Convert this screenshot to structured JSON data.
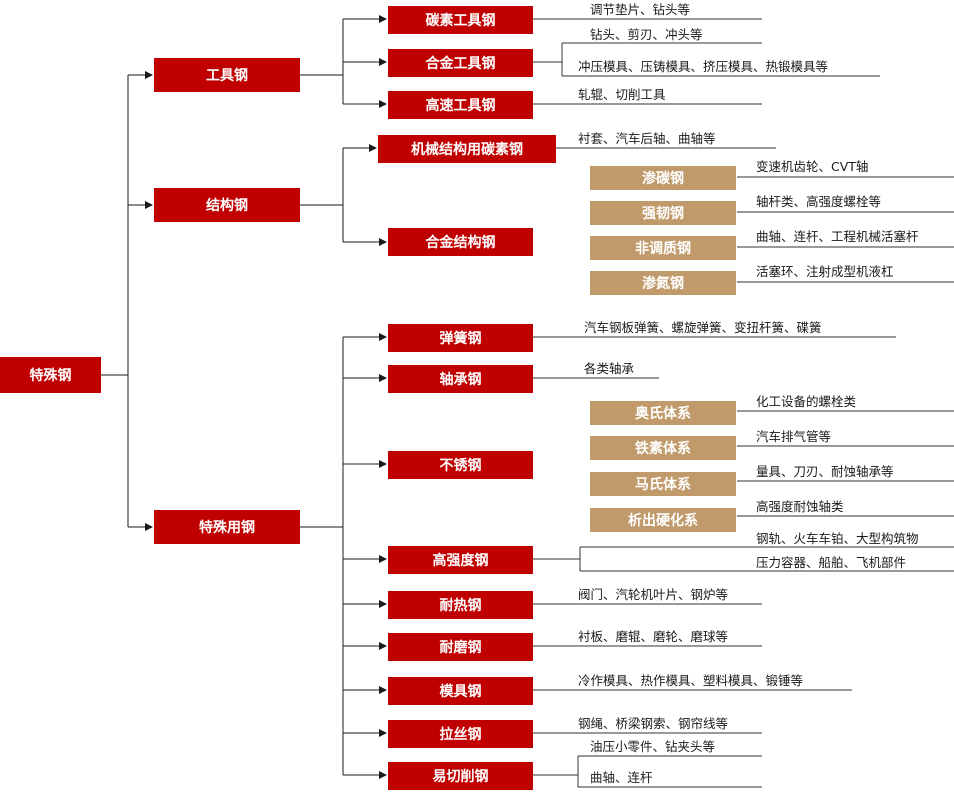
{
  "root": "特殊钢",
  "categories": {
    "tool": {
      "label": "工具钢",
      "items": [
        {
          "label": "碳素工具钢",
          "desc": "调节垫片、钻头等"
        },
        {
          "label": "合金工具钢",
          "desc": [
            "钻头、剪刃、冲头等",
            "冲压模具、压铸模具、挤压模具、热锻模具等"
          ]
        },
        {
          "label": "高速工具钢",
          "desc": "轧辊、切削工具"
        }
      ]
    },
    "structural": {
      "label": "结构钢",
      "items": [
        {
          "label": "机械结构用碳素钢",
          "desc": "衬套、汽车后轴、曲轴等"
        },
        {
          "label": "合金结构钢",
          "subs": [
            {
              "label": "渗碳钢",
              "desc": "变速机齿轮、CVT轴"
            },
            {
              "label": "强韧钢",
              "desc": "轴杆类、高强度螺栓等"
            },
            {
              "label": "非调质钢",
              "desc": "曲轴、连杆、工程机械活塞杆"
            },
            {
              "label": "渗氮钢",
              "desc": "活塞环、注射成型机液杠"
            }
          ]
        }
      ]
    },
    "special_use": {
      "label": "特殊用钢",
      "items": [
        {
          "label": "弹簧钢",
          "desc": "汽车钢板弹簧、螺旋弹簧、变扭杆簧、碟簧"
        },
        {
          "label": "轴承钢",
          "desc": "各类轴承"
        },
        {
          "label": "不锈钢",
          "subs": [
            {
              "label": "奥氏体系",
              "desc": "化工设备的螺栓类"
            },
            {
              "label": "铁素体系",
              "desc": "汽车排气管等"
            },
            {
              "label": "马氏体系",
              "desc": "量具、刀刃、耐蚀轴承等"
            },
            {
              "label": "析出硬化系",
              "desc": "高强度耐蚀轴类"
            }
          ]
        },
        {
          "label": "高强度钢",
          "desc": [
            "钢轨、火车车铂、大型构筑物",
            "压力容器、船舶、飞机部件"
          ]
        },
        {
          "label": "耐热钢",
          "desc": "阀门、汽轮机叶片、钢炉等"
        },
        {
          "label": "耐磨钢",
          "desc": "衬板、磨辊、磨轮、磨球等"
        },
        {
          "label": "模具钢",
          "desc": "冷作模具、热作模具、塑料模具、锻锤等"
        },
        {
          "label": "拉丝钢",
          "desc": "钢绳、桥梁钢索、钢帘线等"
        },
        {
          "label": "易切削钢",
          "desc": [
            "油压小零件、钻夹头等",
            "曲轴、连杆"
          ]
        }
      ]
    }
  },
  "colors": {
    "primary_box": "#c00000",
    "secondary_box": "#c19a6b",
    "line": "#1a1a1a"
  }
}
